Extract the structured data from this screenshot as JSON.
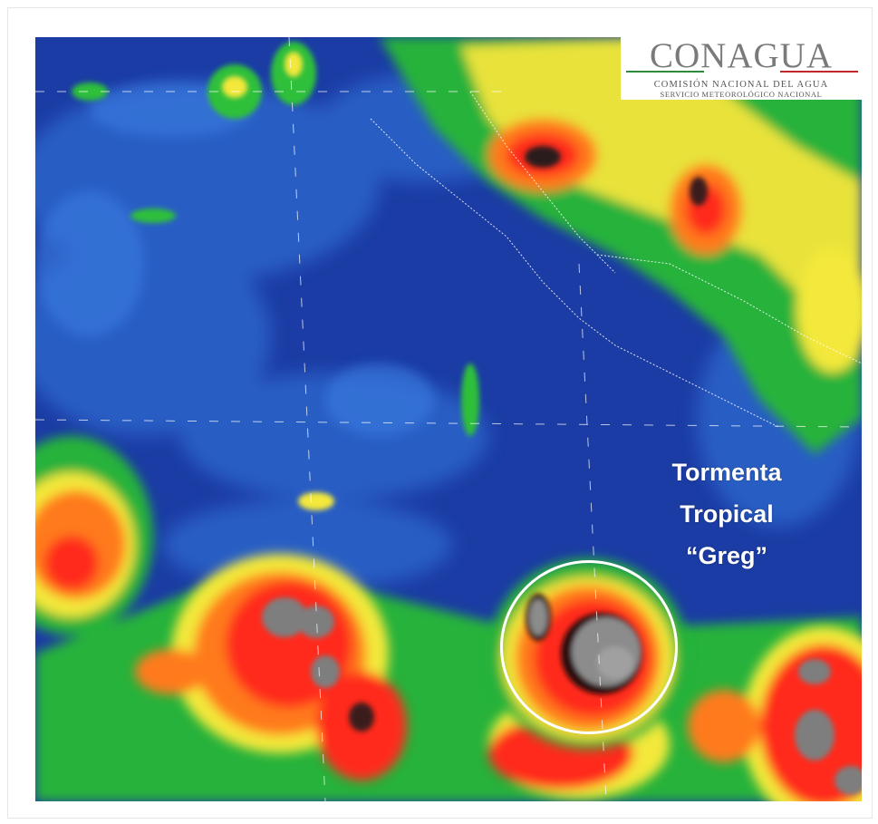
{
  "logo": {
    "name": "CONAGUA",
    "line1": "COMISIÓN NACIONAL DEL AGUA",
    "line2": "SERVICIO METEOROLÓGICO NACIONAL",
    "bar_colors": [
      "#2e8b3a",
      "#ffffff",
      "#c0272d"
    ]
  },
  "annotation": {
    "line1": "Tormenta",
    "line2": "Tropical",
    "line3": "“Greg”"
  },
  "colors": {
    "ocean": "#1a3aa0",
    "cloud_low": "#2f6fd0",
    "cloud_mid": "#2fbf3a",
    "cloud_high": "#f3e83a",
    "cloud_very_high": "#ff2a1a",
    "cloud_top": "#8a8a8a",
    "ring": "#ffffff"
  },
  "icons": [
    "storm-circle"
  ]
}
